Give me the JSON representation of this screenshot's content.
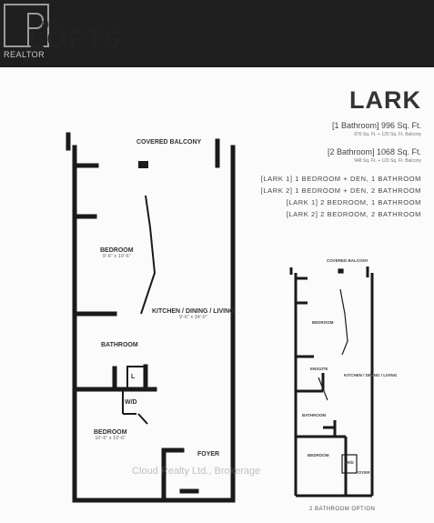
{
  "banner": {
    "the": "THE",
    "lofts": "LOFTS",
    "realtor": "REALTOR"
  },
  "plan": {
    "name": "LARK",
    "option_1": "[1 Bathroom] 996 Sq. Ft.",
    "option_1_detail": "876 Sq. Ft. + 120 Sq. Ft. Balcony",
    "option_2": "[2 Bathroom] 1068 Sq. Ft.",
    "option_2_detail": "948 Sq. Ft. + 120 Sq. Ft. Balcony",
    "units": [
      "[LARK 1] 1 BEDROOM + DEN, 1 BATHROOM",
      "[LARK 2] 1 BEDROOM + DEN, 2 BATHROOM",
      "[LARK 1] 2 BEDROOM, 1 BATHROOM",
      "[LARK 2] 2 BEDROOM, 2 BATHROOM"
    ]
  },
  "rooms": {
    "balcony": "COVERED BALCONY",
    "bedroom1": "BEDROOM",
    "bedroom1_size": "9'-6\" x 10'-6\"",
    "kitchen": "KITCHEN / DINING / LIVING",
    "kitchen_size": "9'-6\" x 34'-0\"",
    "bathroom": "BATHROOM",
    "laundry": "W/D",
    "closet": "L",
    "bedroom2": "BEDROOM",
    "bedroom2_size": "10'-6\" x 10'-6\"",
    "foyer": "FOYER"
  },
  "mini_plan": {
    "balcony": "COVERED BALCONY",
    "bedroom": "BEDROOM",
    "ensuite": "ENSUITE",
    "kitchen": "KITCHEN / DINING / LIVING",
    "bathroom": "BATHROOM",
    "bedroom2": "BEDROOM",
    "laundry": "W/D",
    "foyer": "FOYER",
    "caption": "2 BATHROOM OPTION"
  },
  "watermark": "Cloud Realty Ltd., Brokerage"
}
